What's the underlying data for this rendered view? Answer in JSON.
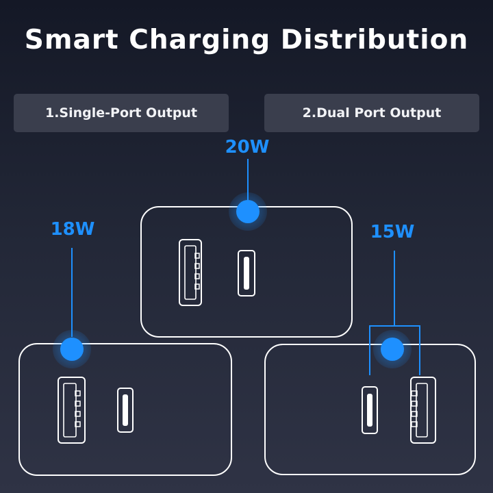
{
  "title": "Smart Charging Distribution",
  "modes": {
    "single": "1.Single-Port Output",
    "dual": "2.Dual Port Output"
  },
  "outputs": {
    "top_charger": "20W",
    "left_charger": "18W",
    "right_charger": "15W"
  },
  "colors": {
    "accent": "#1e90ff",
    "outline": "#ffffff",
    "label_bg": "#3a3e4d"
  },
  "icons": [
    "usb-a-port-icon",
    "usb-c-port-icon",
    "output-point-icon"
  ]
}
